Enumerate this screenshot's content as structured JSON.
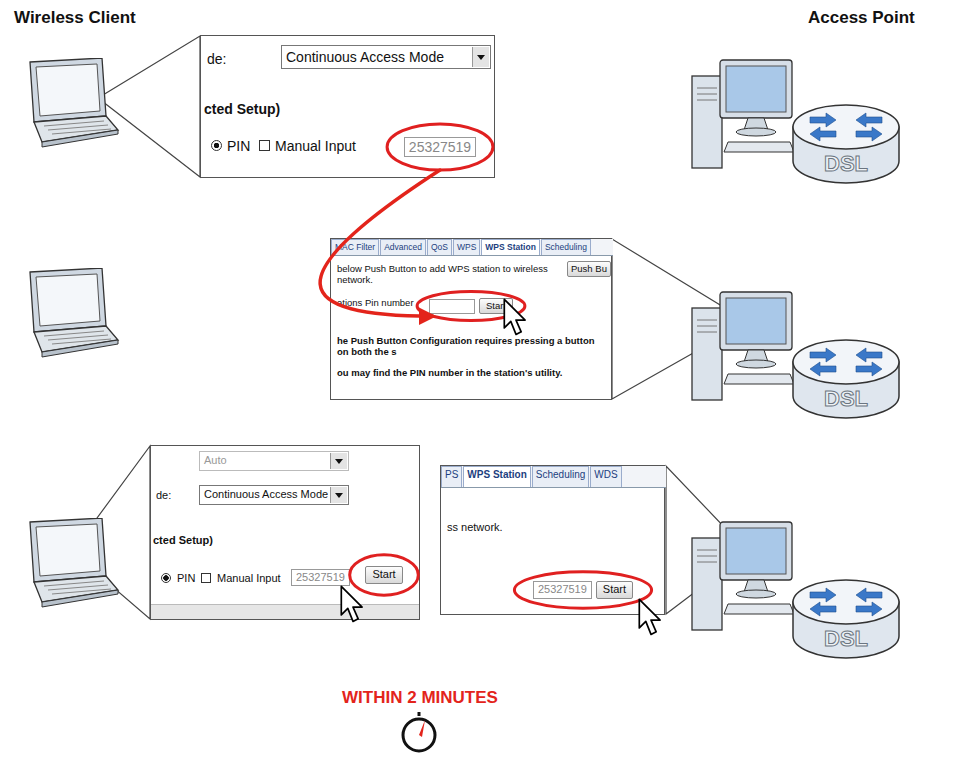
{
  "diagram": {
    "nodes": [
      {
        "text": [
          "de:",
          "cted Setup)",
          "PIN",
          "Manual Input"
        ]
      },
      {
        "text": [
          "Continuous Access Mode"
        ],
        "in": 0
      },
      {
        "text": [
          "25327519"
        ],
        "in": 0
      },
      {
        "text": [
          "DSL"
        ]
      },
      {
        "text": [
          "below Push Button to add WPS station to wireless network.",
          "ations Pin number",
          "he Push Button Configuration requires pressing a button on both the s",
          "ou may find the PIN number in the station's utility."
        ]
      },
      {
        "text": [
          "MAC Filter",
          "Advanced",
          "QoS",
          "WPS",
          "WPS Station",
          "Scheduling"
        ],
        "in": 4
      },
      {
        "text": [
          "Push Bu"
        ],
        "in": 4
      },
      {
        "text": [
          "Start"
        ],
        "in": 4
      },
      {
        "text": [
          "DSL"
        ]
      },
      {
        "text": [
          "de:",
          "cted Setup)",
          "PIN",
          "Manual Input",
          "25327519"
        ]
      },
      {
        "text": [
          "Auto"
        ],
        "in": 9
      },
      {
        "text": [
          "Continuous Access Mode"
        ],
        "in": 9
      },
      {
        "text": [
          "Start"
        ],
        "in": 9
      },
      {
        "text": [
          "ss network."
        ]
      },
      {
        "text": [
          "PS",
          "WPS Station",
          "Scheduling",
          "WDS"
        ],
        "in": 13
      },
      {
        "text": [
          "25327519",
          "Start"
        ],
        "in": 13
      },
      {
        "text": [
          "DSL"
        ]
      }
    ],
    "edges": [
      {
        "from": 2,
        "to": 7,
        "arrow": "to"
      }
    ],
    "labels": [
      "Wireless Client",
      "Access Point",
      "WITHIN 2 MINUTES"
    ]
  }
}
